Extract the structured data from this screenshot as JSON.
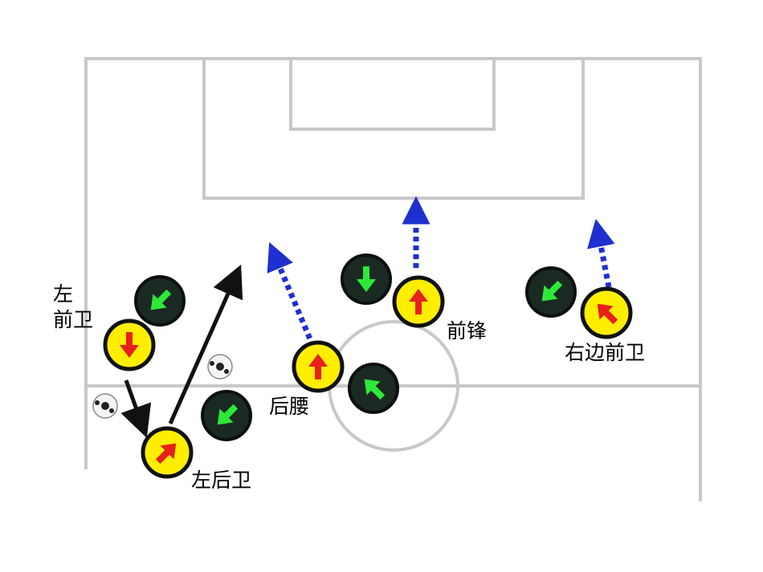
{
  "colors": {
    "pitch_lines": "#c8c8c8",
    "team_a_fill": "#ffee00",
    "team_a_arrow": "#e8201c",
    "team_b_fill": "#1a2a22",
    "team_b_arrow": "#2ee83a",
    "pass_arrow": "#111111",
    "run_arrow": "#1f2fd0",
    "ring": "#111111"
  },
  "players": {
    "team_a": [
      {
        "role": "left-midfielder",
        "arrow": "down"
      },
      {
        "role": "left-back",
        "arrow": "up-right"
      },
      {
        "role": "defensive-midfielder",
        "arrow": "up"
      },
      {
        "role": "forward",
        "arrow": "up"
      },
      {
        "role": "right-midfielder",
        "arrow": "up-left"
      }
    ],
    "team_b": [
      {
        "arrow": "down-left"
      },
      {
        "arrow": "down-left"
      },
      {
        "arrow": "up-left"
      },
      {
        "arrow": "down"
      },
      {
        "arrow": "down-left"
      }
    ]
  },
  "labels": {
    "left_mid_line1": "左",
    "left_mid_line2": "前卫",
    "left_back": "左后卫",
    "def_mid": "后腰",
    "forward": "前锋",
    "right_mid": "右边前卫"
  },
  "balls": 2
}
